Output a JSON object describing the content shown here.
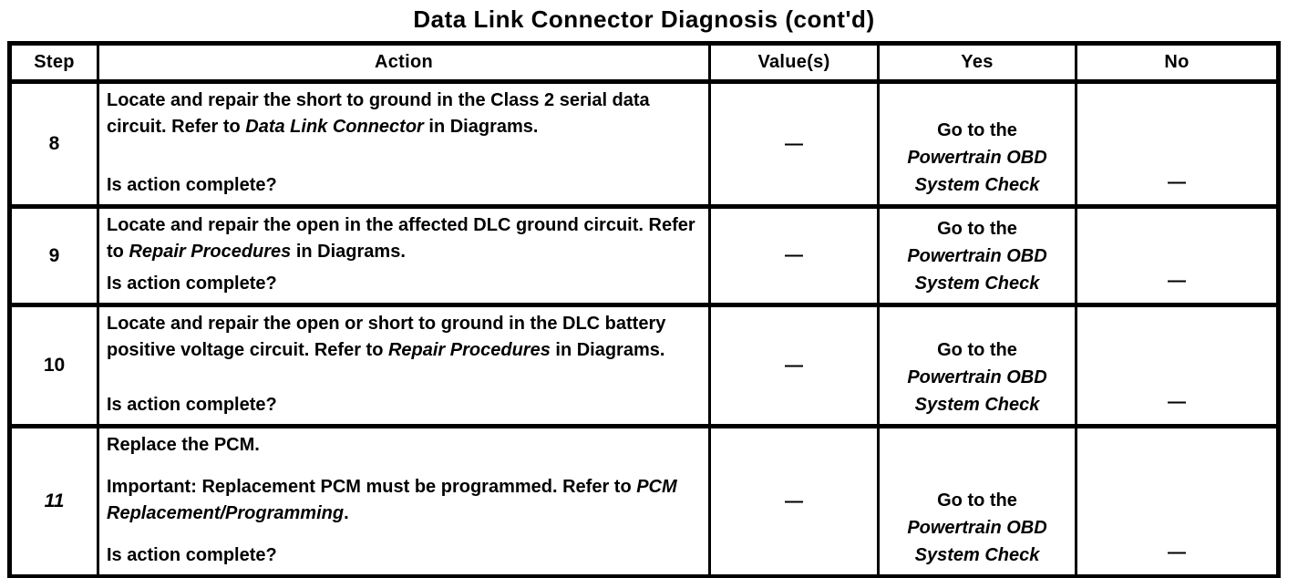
{
  "title": "Data Link Connector Diagnosis (cont'd)",
  "table": {
    "headers": {
      "step": "Step",
      "action": "Action",
      "values": "Value(s)",
      "yes": "Yes",
      "no": "No"
    },
    "rows": [
      {
        "step": "8",
        "action_before": "Locate and repair the short to ground in the Class 2 serial data circuit. Refer to ",
        "action_ref": "Data Link Connector",
        "action_after": " in Diagrams.",
        "question": "Is action complete?",
        "value": "—",
        "yes_line1": "Go to the",
        "yes_line2": "Powertrain OBD",
        "yes_line3": "System Check",
        "no": "—"
      },
      {
        "step": "9",
        "action_before": "Locate and repair the open in the affected DLC ground circuit. Refer to ",
        "action_ref": "Repair Procedures",
        "action_after": " in Diagrams.",
        "question": "Is action complete?",
        "value": "—",
        "yes_line1": "Go to the",
        "yes_line2": "Powertrain OBD",
        "yes_line3": "System Check",
        "no": "—"
      },
      {
        "step": "10",
        "action_before": "Locate and repair the open or short to ground in the DLC battery positive voltage circuit. Refer to ",
        "action_ref": "Repair Procedures",
        "action_after": " in Diagrams.",
        "question": "Is action complete?",
        "value": "—",
        "yes_line1": "Go to the",
        "yes_line2": "Powertrain OBD",
        "yes_line3": "System Check",
        "no": "—"
      },
      {
        "step": "11",
        "action_para1": "Replace the PCM.",
        "important_label": "Important:",
        "action_before": " Replacement PCM must be programmed. Refer to ",
        "action_ref": "PCM Replacement/Programming",
        "action_after": ".",
        "question": "Is action complete?",
        "value": "—",
        "yes_line1": "Go to the",
        "yes_line2": "Powertrain OBD",
        "yes_line3": "System Check",
        "no": "—"
      }
    ]
  }
}
